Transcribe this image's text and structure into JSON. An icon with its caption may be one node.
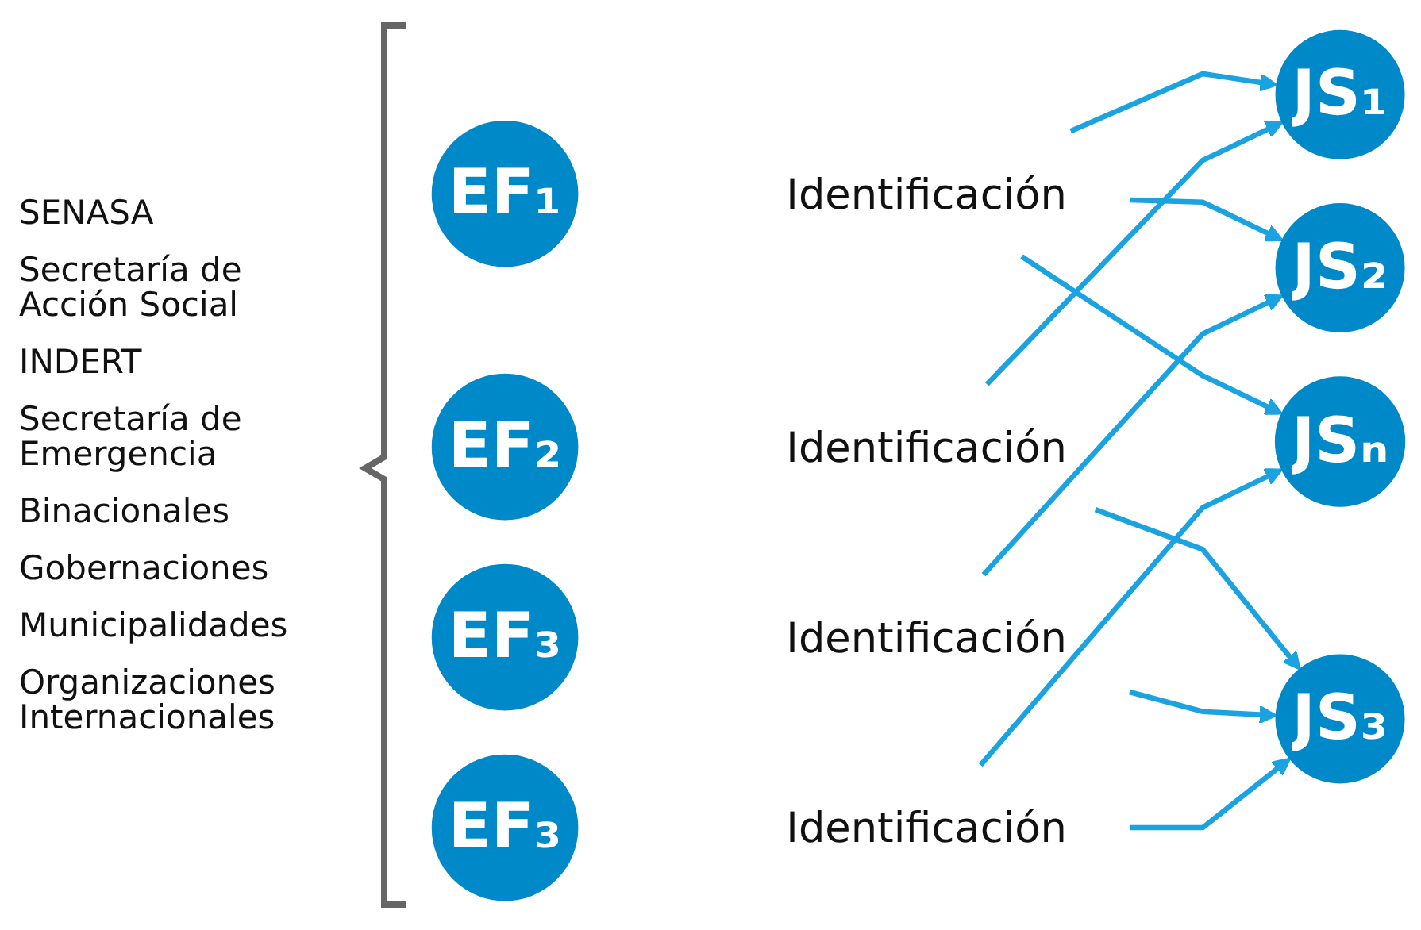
{
  "diagram": {
    "nodes": [
      {
        "text": [
          "EF₁"
        ]
      },
      {
        "text": [
          "Identificación"
        ]
      },
      {
        "text": [
          "JS₁"
        ]
      },
      {
        "text": [
          "EF₂"
        ]
      },
      {
        "text": [
          "Identificación"
        ]
      },
      {
        "text": [
          "JS₂"
        ]
      },
      {
        "text": [
          "EF₃"
        ]
      },
      {
        "text": [
          "Identificación"
        ]
      },
      {
        "text": [
          "JS₃"
        ]
      },
      {
        "text": [
          "EF₃"
        ]
      },
      {
        "text": [
          "Identificación"
        ]
      },
      {
        "text": [
          "JSₙ"
        ]
      }
    ],
    "edges": [
      {
        "from": 1,
        "to": 2,
        "arrow": "to"
      },
      {
        "from": 1,
        "to": 5,
        "arrow": "to"
      },
      {
        "from": 1,
        "to": 11,
        "arrow": "to"
      },
      {
        "from": 4,
        "to": 2,
        "arrow": "to"
      },
      {
        "from": 4,
        "to": 8,
        "arrow": "to"
      },
      {
        "from": 7,
        "to": 5,
        "arrow": "to"
      },
      {
        "from": 7,
        "to": 8,
        "arrow": "to"
      },
      {
        "from": 10,
        "to": 8,
        "arrow": "to"
      },
      {
        "from": 10,
        "to": 11,
        "arrow": "to"
      }
    ],
    "labels": [
      "SENASA",
      "Secretaría de Acción Social",
      "INDERT",
      "Secretaría de Emergencia",
      "Binacionales",
      "Gobernaciones",
      "Municipalidades",
      "Organizaciones Internacionales"
    ]
  }
}
